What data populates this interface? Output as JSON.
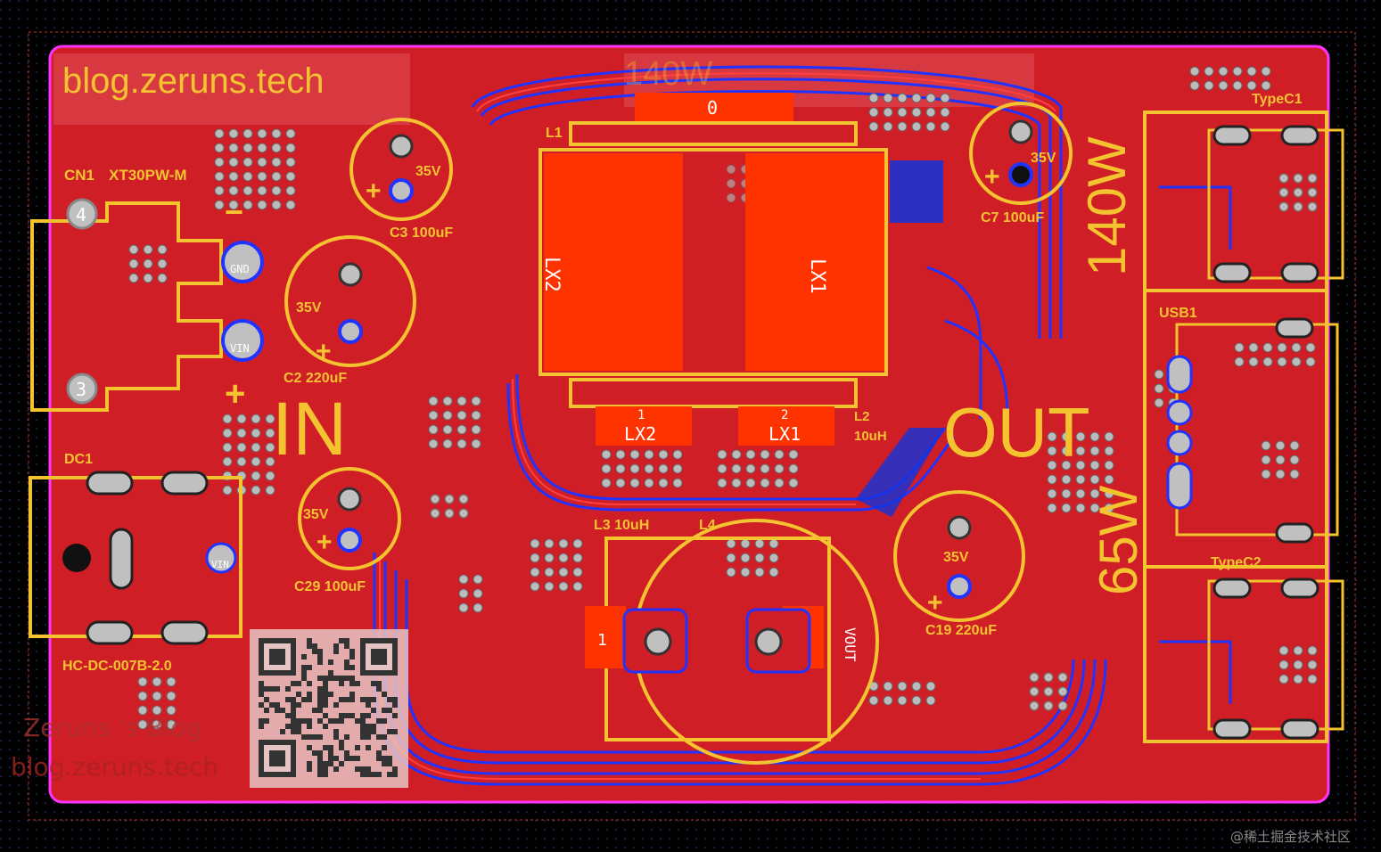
{
  "domain": "Diagram",
  "board": {
    "site_text": "blog.zeruns.tech",
    "watermark_line1": "Zeruns 's Blog",
    "watermark_line2": "blog.zeruns.tech",
    "footer_watermark": "@稀土掘金技术社区"
  },
  "silkscreen": {
    "in_label": "IN",
    "out_label": "OUT",
    "power_top": "140W",
    "power_bottom": "65W",
    "minus": "−",
    "plus": "+"
  },
  "connectors": {
    "cn1_ref": "CN1",
    "cn1_part": "XT30PW-M",
    "dc1_ref": "DC1",
    "dc1_part": "HC-DC-007B-2.0",
    "typec1": "TypeC1",
    "typec2": "TypeC2",
    "usb1": "USB1"
  },
  "capacitors": {
    "c3": "C3 100uF",
    "c2": "C2 220uF",
    "c29": "C29 100uF",
    "c7": "C7 100uF",
    "c19": "C19 220uF",
    "voltage": "35V"
  },
  "inductors": {
    "l1": "L1",
    "l2": "L2",
    "l2_value": "10uH",
    "l3": "L3 10uH",
    "l4": "L4",
    "lx1": "LX1",
    "lx2": "LX2"
  },
  "pads": {
    "gnd": "GND",
    "vin": "VIN",
    "vout": "VOUT",
    "n0": "0",
    "n1": "1",
    "n2": "2",
    "n3": "3",
    "n4": "4"
  }
}
